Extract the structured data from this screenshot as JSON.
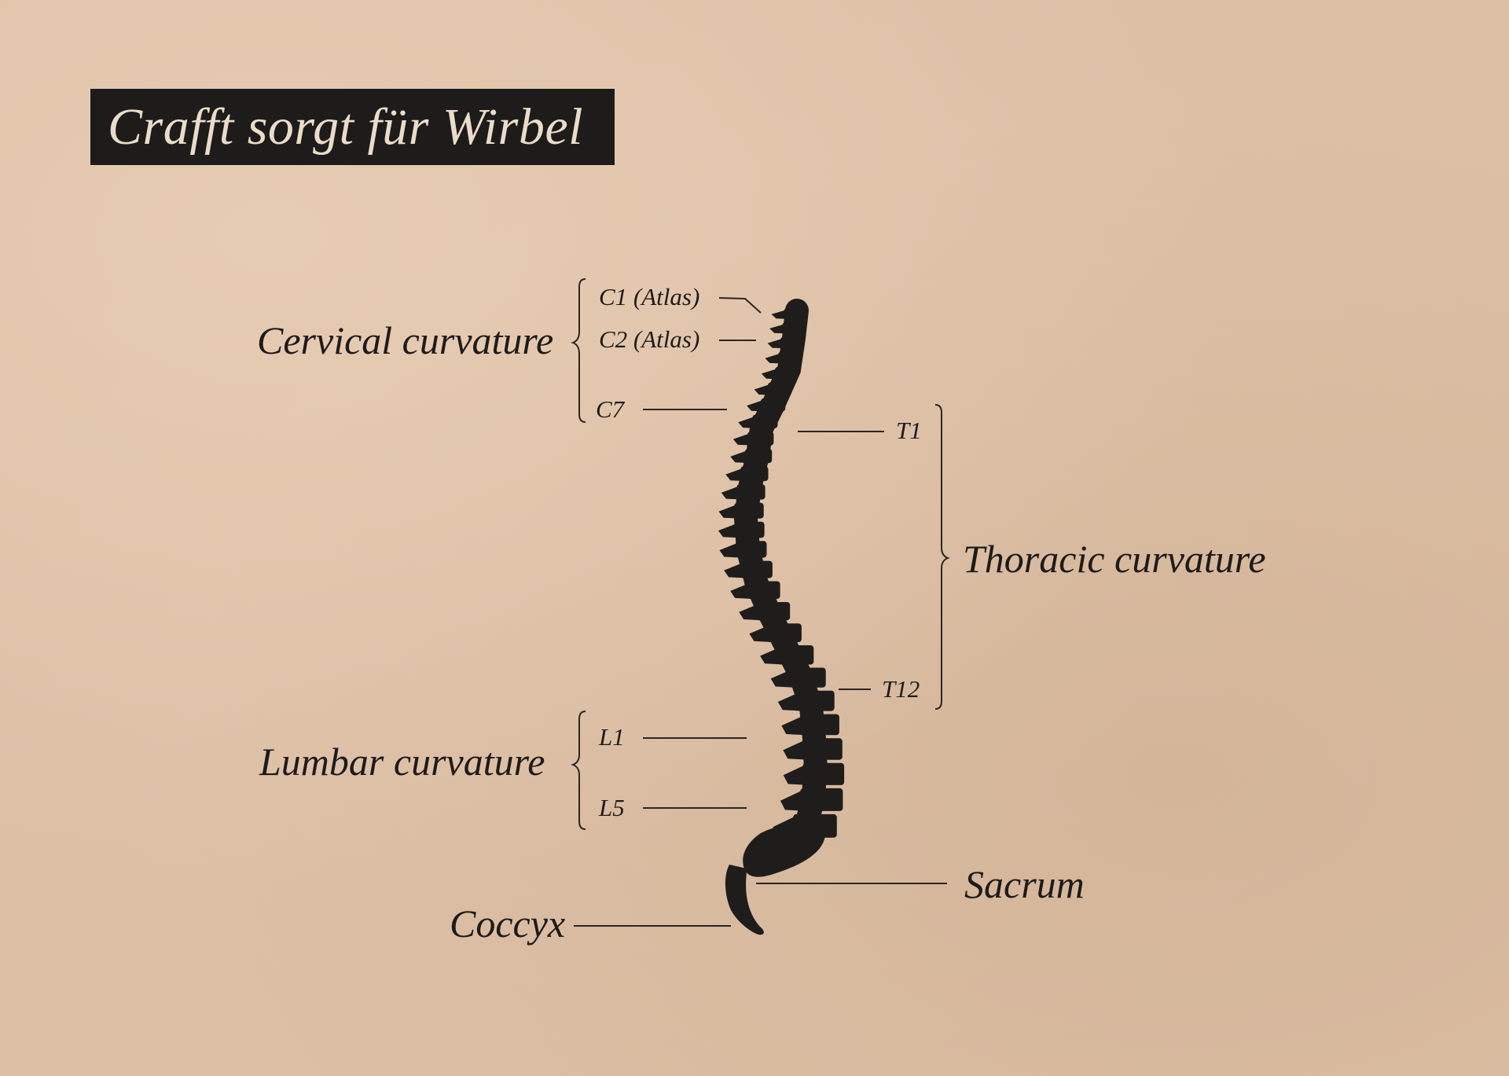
{
  "title": "Crafft sorgt für Wirbel",
  "colors": {
    "background": "#dcbfa5",
    "ink": "#1e1b19",
    "title_bar": "#1d1c1b",
    "title_text": "#eadcc8"
  },
  "groups": {
    "cervical": "Cervical curvature",
    "thoracic": "Thoracic curvature",
    "lumbar": "Lumbar curvature"
  },
  "vertebrae": {
    "c1": "C1 (Atlas)",
    "c2": "C2 (Atlas)",
    "c7": "C7",
    "t1": "T1",
    "t12": "T12",
    "l1": "L1",
    "l5": "L5"
  },
  "regions": {
    "sacrum": "Sacrum",
    "coccyx": "Coccyx"
  }
}
